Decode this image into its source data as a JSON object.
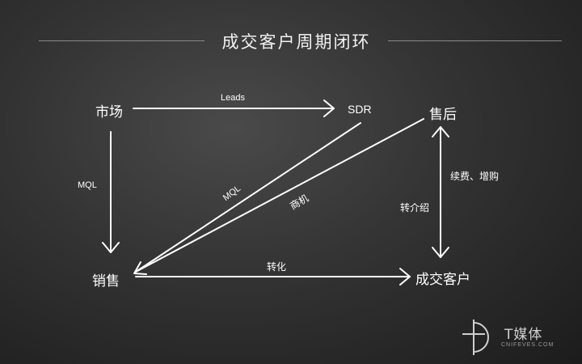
{
  "title": "成交客户周期闭环",
  "nodes": {
    "market": "市场",
    "sdr": "SDR",
    "aftersales": "售后",
    "sales": "销售",
    "customer": "成交客户"
  },
  "edges": {
    "market_to_sdr": "Leads",
    "market_to_sales": "MQL",
    "sdr_to_sales": "MQL",
    "aftersales_to_sales": "商机",
    "sales_to_customer": "转化",
    "customer_referral": "转介绍",
    "customer_renewal": "续费、增购"
  },
  "watermark": {
    "text": "T媒体",
    "sub": "CNIFEVES.COM"
  },
  "colors": {
    "background": "#333333",
    "lines": "#ffffff",
    "rule": "#8a8a8a"
  }
}
